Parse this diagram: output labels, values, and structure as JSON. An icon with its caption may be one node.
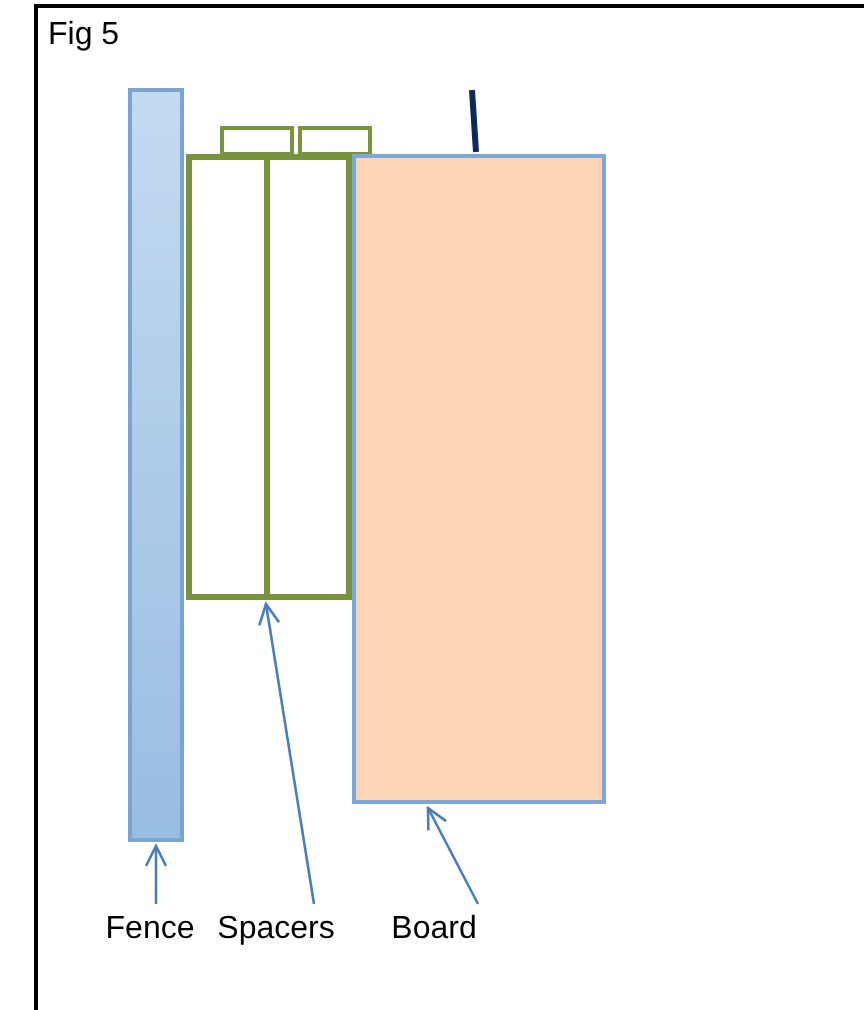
{
  "diagram": {
    "title": "Fig 5",
    "nodes": [
      {
        "text": [],
        "shape": "bar"
      },
      {
        "text": [],
        "shape": "box"
      },
      {
        "text": [],
        "shape": "box"
      },
      {
        "text": [],
        "shape": "box"
      },
      {
        "text": [],
        "shape": "box"
      },
      {
        "text": [],
        "shape": "box"
      },
      {
        "text": [
          "Fence"
        ]
      },
      {
        "text": [
          "Spacers"
        ]
      },
      {
        "text": [
          "Board"
        ]
      }
    ],
    "edges": [
      {
        "from": 6,
        "to": 0,
        "arrow": "to"
      },
      {
        "from": 7,
        "to": 3,
        "arrow": "to"
      },
      {
        "from": 8,
        "to": 5,
        "arrow": "to"
      }
    ]
  }
}
